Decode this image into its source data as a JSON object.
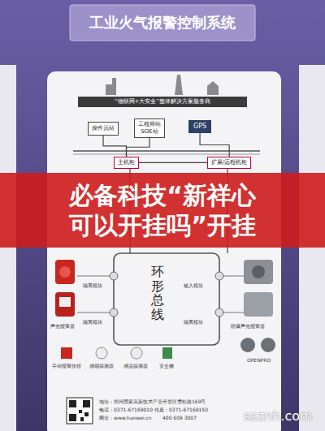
{
  "diagram": {
    "title": "工业火气报警控制系统",
    "nodes": [
      {
        "text": [
          "“物联网+大安全”整体解决方案服务商"
        ]
      },
      {
        "text": [
          "操作员站"
        ]
      },
      {
        "text": [
          "工程师站",
          "SOE站"
        ]
      },
      {
        "text": [
          "GPS"
        ]
      },
      {
        "text": [
          "主机柜"
        ]
      },
      {
        "text": [
          "扩展/远程机柜"
        ]
      },
      {
        "text": [
          "环形总线"
        ]
      },
      {
        "text": [
          "必备科技“新祥心 可以开挂吗”开挂"
        ]
      }
    ],
    "edges": [
      {
        "from": 1,
        "to": 4,
        "arrow": "none"
      },
      {
        "from": 2,
        "to": 4,
        "arrow": "none"
      },
      {
        "from": 3,
        "to": 5,
        "arrow": "none"
      },
      {
        "from": 4,
        "to": 5,
        "arrow": "none"
      }
    ],
    "labels": [
      "声光报警器",
      "隔离模块",
      "隔离模块",
      "手动报警按钮",
      "感烟探测器",
      "感温探测器",
      "安全栅",
      "输入模块",
      "隔离模块",
      "防爆声光报警器",
      "OPENPRO",
      "地址：郑州国家高新技术产业开发区雪松路169号",
      "电话：0371-67169010",
      "传真：0371-67169150",
      "网址：www.hanwei.cn",
      "400 609 3007",
      "ssznh.com"
    ]
  }
}
